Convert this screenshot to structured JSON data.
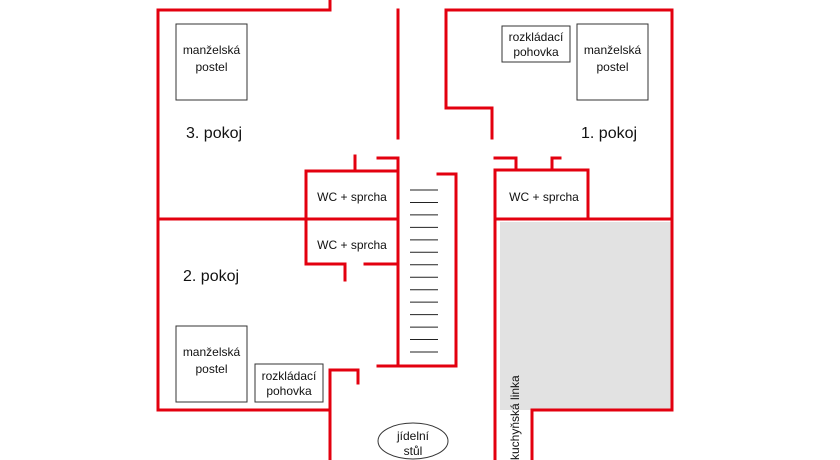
{
  "colors": {
    "wall": "#e3000f",
    "shaded_area": "#e2e2e2",
    "furniture_stroke": "#333333"
  },
  "rooms": {
    "room3": "3. pokoj",
    "room1": "1. pokoj",
    "room2": "2. pokoj"
  },
  "bathrooms": {
    "wc_left_upper": "WC + sprcha",
    "wc_left_lower": "WC + sprcha",
    "wc_right": "WC + sprcha"
  },
  "furniture": {
    "bed_room3": [
      "manželská",
      "postel"
    ],
    "bed_room1": [
      "manželská",
      "postel"
    ],
    "bed_room2": [
      "manželská",
      "postel"
    ],
    "sofa_room1": [
      "rozkládací",
      "pohovka"
    ],
    "sofa_room2": [
      "rozkládací",
      "pohovka"
    ],
    "dining_table": [
      "jídelní",
      "stůl"
    ],
    "kitchen_line": "kuchyňská linka"
  },
  "stairs": {
    "steps": 14
  }
}
